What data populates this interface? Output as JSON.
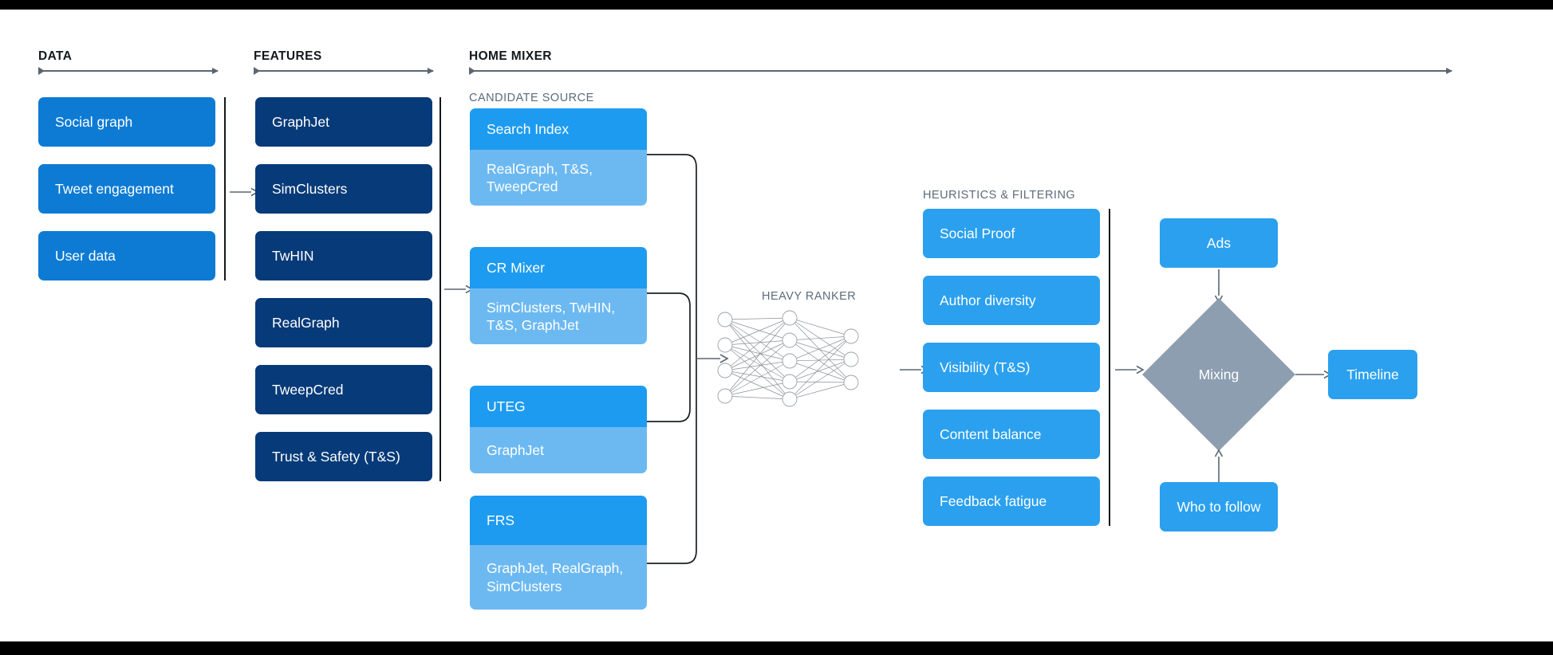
{
  "sections": {
    "data": "DATA",
    "features": "FEATURES",
    "home_mixer": "HOME MIXER",
    "candidate_source": "CANDIDATE SOURCE",
    "heavy_ranker": "HEAVY RANKER",
    "heuristics": "HEURISTICS & FILTERING"
  },
  "colors": {
    "data_box": "#0d7bd4",
    "feature_box": "#073a78",
    "candidate_header": "#1d9bf0",
    "candidate_body": "#6cb9f2",
    "heuristic_box": "#2ba0ef",
    "mixing_diamond": "#8c9eb0",
    "line": "#5b6670",
    "divider": "#14181c",
    "subheading": "#5c6b7a",
    "heading": "#14181c",
    "canvas": "#ffffff",
    "letterbox": "#000000"
  },
  "data_column": [
    {
      "label": "Social graph"
    },
    {
      "label": "Tweet engagement"
    },
    {
      "label": "User data"
    }
  ],
  "features_column": [
    {
      "label": "GraphJet"
    },
    {
      "label": "SimClusters"
    },
    {
      "label": "TwHIN"
    },
    {
      "label": "RealGraph"
    },
    {
      "label": "TweepCred"
    },
    {
      "label": "Trust & Safety (T&S)"
    }
  ],
  "candidate_sources": [
    {
      "title": "Search Index",
      "detail": "RealGraph, T&S,\nTweepCred"
    },
    {
      "title": "CR Mixer",
      "detail": "SimClusters, TwHIN,\nT&S, GraphJet"
    },
    {
      "title": "UTEG",
      "detail": "GraphJet"
    },
    {
      "title": "FRS",
      "detail": "GraphJet, RealGraph,\nSimClusters"
    }
  ],
  "heuristics_column": [
    {
      "label": "Social Proof"
    },
    {
      "label": "Author diversity"
    },
    {
      "label": "Visibility (T&S)"
    },
    {
      "label": "Content balance"
    },
    {
      "label": "Feedback fatigue"
    }
  ],
  "output_stage": {
    "ads": "Ads",
    "mixing": "Mixing",
    "timeline": "Timeline",
    "who_to_follow": "Who to follow"
  },
  "chart_data": {
    "type": "diagram",
    "title": "Twitter Home Mixer recommendation pipeline",
    "neural_network": {
      "label": "HEAVY RANKER",
      "layers": [
        4,
        5,
        3
      ],
      "fully_connected": true
    },
    "flow": [
      "DATA -> FEATURES",
      "FEATURES -> CANDIDATE SOURCE",
      "CANDIDATE SOURCE -> HEAVY RANKER",
      "HEAVY RANKER -> HEURISTICS & FILTERING",
      "HEURISTICS & FILTERING -> Mixing",
      "Ads -> Mixing",
      "Who to follow -> Mixing",
      "Mixing -> Timeline"
    ]
  }
}
